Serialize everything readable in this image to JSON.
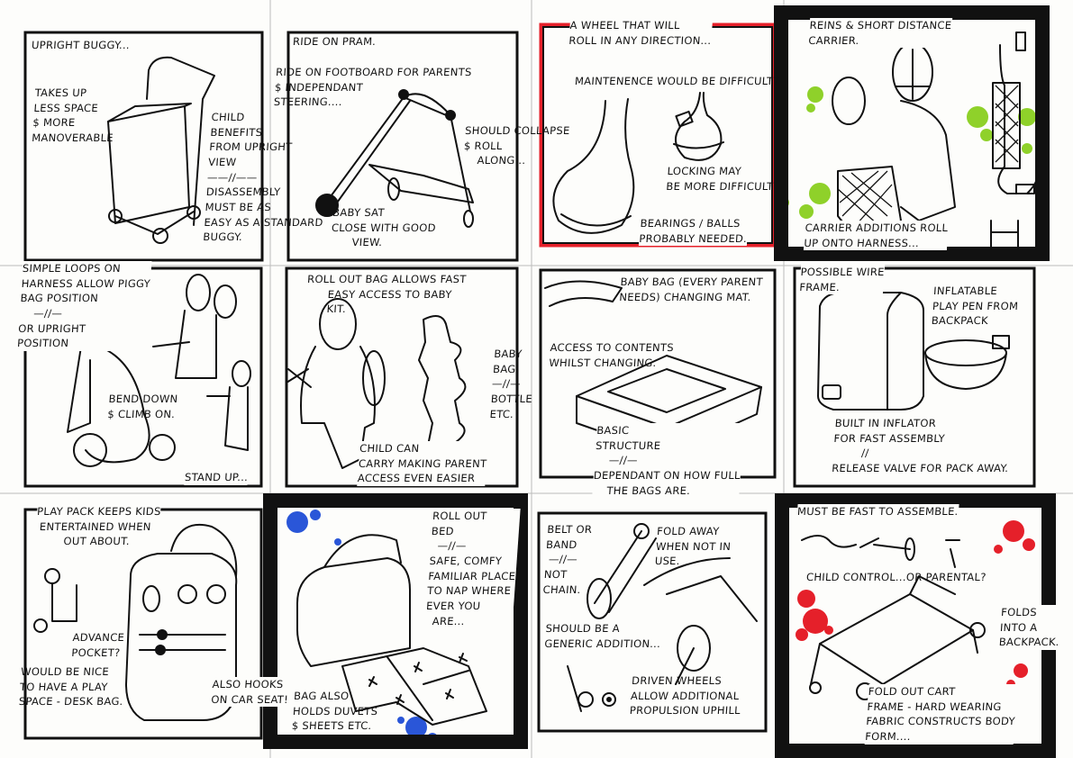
{
  "panels": [
    {
      "title": "UPRIGHT BUGGY...",
      "notes": [
        "TAKES UP\nLESS SPACE\n$ MORE\nMANOVERABLE",
        "CHILD\nBENEFITS\nFROM UPRIGHT\nVIEW\n——//——\nDISASSEMBLY\nMUST BE AS\nEASY AS A STANDARD\nBUGGY."
      ]
    },
    {
      "title": "RIDE ON PRAM.",
      "notes": [
        "RIDE ON FOOTBOARD FOR PARENTS\n$ INDEPENDANT\nSTEERING....",
        "SHOULD COLLAPSE\n$ ROLL\n    ALONG...",
        "BABY SAT\nCLOSE WITH GOOD\n      VIEW."
      ]
    },
    {
      "title": "A WHEEL THAT WILL\nROLL IN ANY DIRECTION...",
      "notes": [
        "MAINTENENCE WOULD BE DIFFICULT?",
        "LOCKING MAY\nBE MORE DIFFICULT",
        "BEARINGS / BALLS\nPROBABLY NEEDED."
      ]
    },
    {
      "title": "REINS & SHORT DISTANCE\nCARRIER.",
      "notes": [
        "CARRIER ADDITIONS ROLL\nUP ONTO HARNESS..."
      ]
    },
    {
      "title": "SIMPLE LOOPS ON\nHARNESS ALLOW PIGGY\nBAG POSITION\n    —//—\nOR UPRIGHT\nPOSITION",
      "notes": [
        "BEND DOWN\n$ CLIMB ON.",
        "STAND UP..."
      ]
    },
    {
      "title": "ROLL OUT BAG ALLOWS FAST\n      EASY ACCESS TO BABY\n      KIT.",
      "notes": [
        "BABY\nBAG\n—//—\nBOTTLE\nETC.",
        "CHILD CAN\nCARRY MAKING PARENT\nACCESS EVEN EASIER"
      ]
    },
    {
      "title": "BABY BAG (EVERY PARENT\nNEEDS) CHANGING MAT.",
      "notes": [
        "ACCESS TO CONTENTS\nWHILST CHANGING.",
        "BASIC\nSTRUCTURE\n    —//—\nDEPENDANT ON HOW FULL\n    THE BAGS ARE."
      ]
    },
    {
      "title": "POSSIBLE WIRE\nFRAME.",
      "notes": [
        "INFLATABLE\nPLAY PEN FROM\nBACKPACK",
        "BUILT IN INFLATOR\nFOR FAST ASSEMBLY\n        //\nRELEASE VALVE FOR PACK AWAY."
      ]
    },
    {
      "title": "PLAY PACK KEEPS KIDS\n ENTERTAINED WHEN\n        OUT ABOUT.",
      "notes": [
        "ADVANCE\nPOCKET?",
        "WOULD BE NICE\nTO HAVE A PLAY\nSPACE - DESK BAG.",
        "ALSO HOOKS\nON CAR SEAT!"
      ]
    },
    {
      "title": "ROLL OUT\nBED\n  —//—\nSAFE, COMFY\nFAMILIAR PLACE\nTO NAP WHERE\nEVER YOU\n  ARE...",
      "notes": [
        "BAG ALSO\nHOLDS DUVETS\n$ SHEETS ETC."
      ]
    },
    {
      "title": "BELT OR\nBAND\n —//—\nNOT\nCHAIN.",
      "notes": [
        "FOLD AWAY\nWHEN NOT IN\nUSE.",
        "SHOULD BE A\nGENERIC ADDITION...",
        "DRIVEN WHEELS\nALLOW ADDITIONAL\nPROPULSION UPHILL"
      ]
    },
    {
      "title": "MUST BE FAST TO ASSEMBLE.",
      "notes": [
        "CHILD CONTROL...OR PARENTAL?",
        "FOLDS\nINTO A\nBACKPACK.",
        "FOLD OUT CART\nFRAME - HARD WEARING\nFABRIC CONSTRUCTS BODY\nFORM...."
      ]
    }
  ],
  "colors": {
    "ink": "#111111",
    "red": "#e5202a",
    "green": "#8fd12a",
    "blue": "#2a56d8"
  }
}
